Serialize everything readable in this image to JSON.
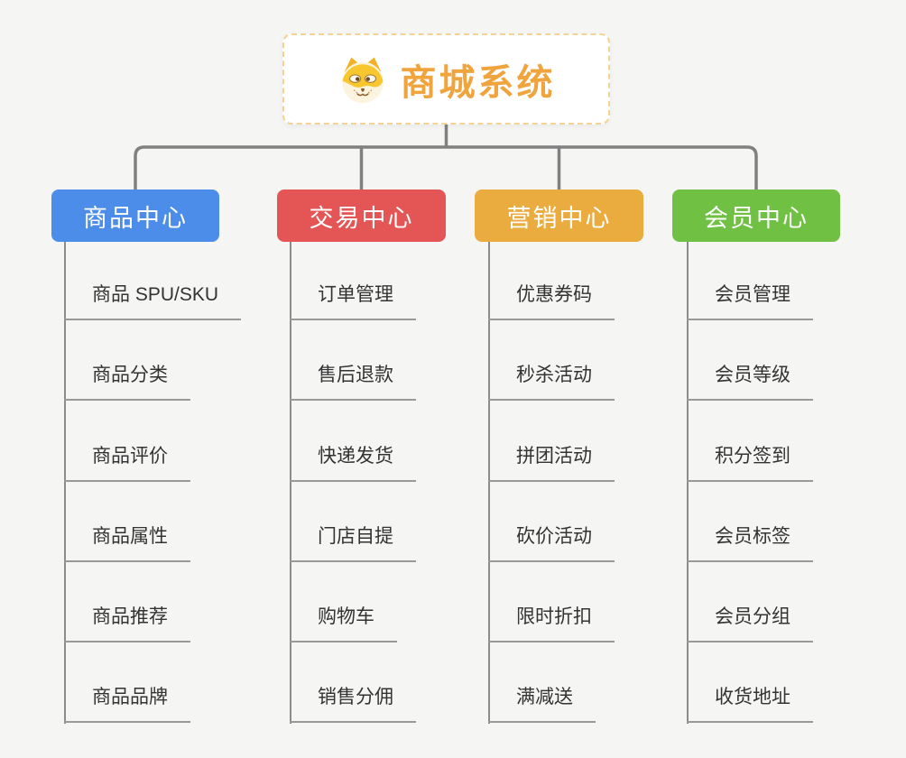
{
  "root": {
    "title": "商城系统",
    "icon": "dog-face-icon",
    "text_color": "#F0A43E"
  },
  "branches": [
    {
      "label": "商品中心",
      "color": "#4B8DE8",
      "items": [
        "商品 SPU/SKU",
        "商品分类",
        "商品评价",
        "商品属性",
        "商品推荐",
        "商品品牌"
      ]
    },
    {
      "label": "交易中心",
      "color": "#E45656",
      "items": [
        "订单管理",
        "售后退款",
        "快递发货",
        "门店自提",
        "购物车",
        "销售分佣"
      ]
    },
    {
      "label": "营销中心",
      "color": "#EBAC3F",
      "items": [
        "优惠券码",
        "秒杀活动",
        "拼团活动",
        "砍价活动",
        "限时折扣",
        "满减送"
      ]
    },
    {
      "label": "会员中心",
      "color": "#6FC043",
      "items": [
        "会员管理",
        "会员等级",
        "积分签到",
        "会员标签",
        "会员分组",
        "收货地址"
      ]
    }
  ],
  "colors": {
    "background": "#F5F5F4",
    "connector": "#808080",
    "trunk": "#8C8C8C",
    "leaf_underline": "#999999",
    "leaf_text": "#333333",
    "root_border": "#F4D294"
  }
}
